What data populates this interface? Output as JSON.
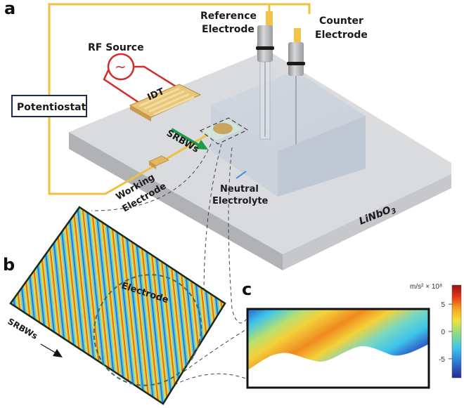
{
  "panels": {
    "a": "a",
    "b": "b",
    "c": "c"
  },
  "panel_a": {
    "labels": {
      "reference_electrode_line1": "Reference",
      "reference_electrode_line2": "Electrode",
      "counter_electrode_line1": "Counter",
      "counter_electrode_line2": "Electrode",
      "rf_source": "RF Source",
      "rf_source_symbol": "~",
      "idt": "IDT",
      "potentiostat": "Potentiostat",
      "srbws": "SRBWs",
      "working_electrode_line1": "Working",
      "working_electrode_line2": "Electrode",
      "neutral_electrolyte_line1": "Neutral",
      "neutral_electrolyte_line2": "Electrolyte",
      "substrate_main": "LiNbO",
      "substrate_sub": "3"
    },
    "colors": {
      "wire": "#f0c040",
      "rf_wire": "#d42a2a",
      "srbw_arrow": "#1e9a48",
      "potentiostat_border": "#1f2a4f",
      "substrate_top": "#d7d9dc",
      "substrate_side": "#b4b6b9"
    }
  },
  "panel_b": {
    "electrode_label": "Electrode",
    "srbws_label": "SRBWs"
  },
  "panel_c": {
    "colorbar": {
      "unit_label": "m/s² × 10⁸",
      "ticks": [
        "5",
        "0",
        "-5"
      ],
      "tick_values": [
        5,
        0,
        -5
      ],
      "range": [
        -8.5,
        8.5
      ],
      "colormap": [
        "#2a2f8f",
        "#2f7fd8",
        "#3fc8e8",
        "#a8e070",
        "#f5e040",
        "#f5a020",
        "#e83a1a",
        "#9a1a1a"
      ]
    }
  }
}
